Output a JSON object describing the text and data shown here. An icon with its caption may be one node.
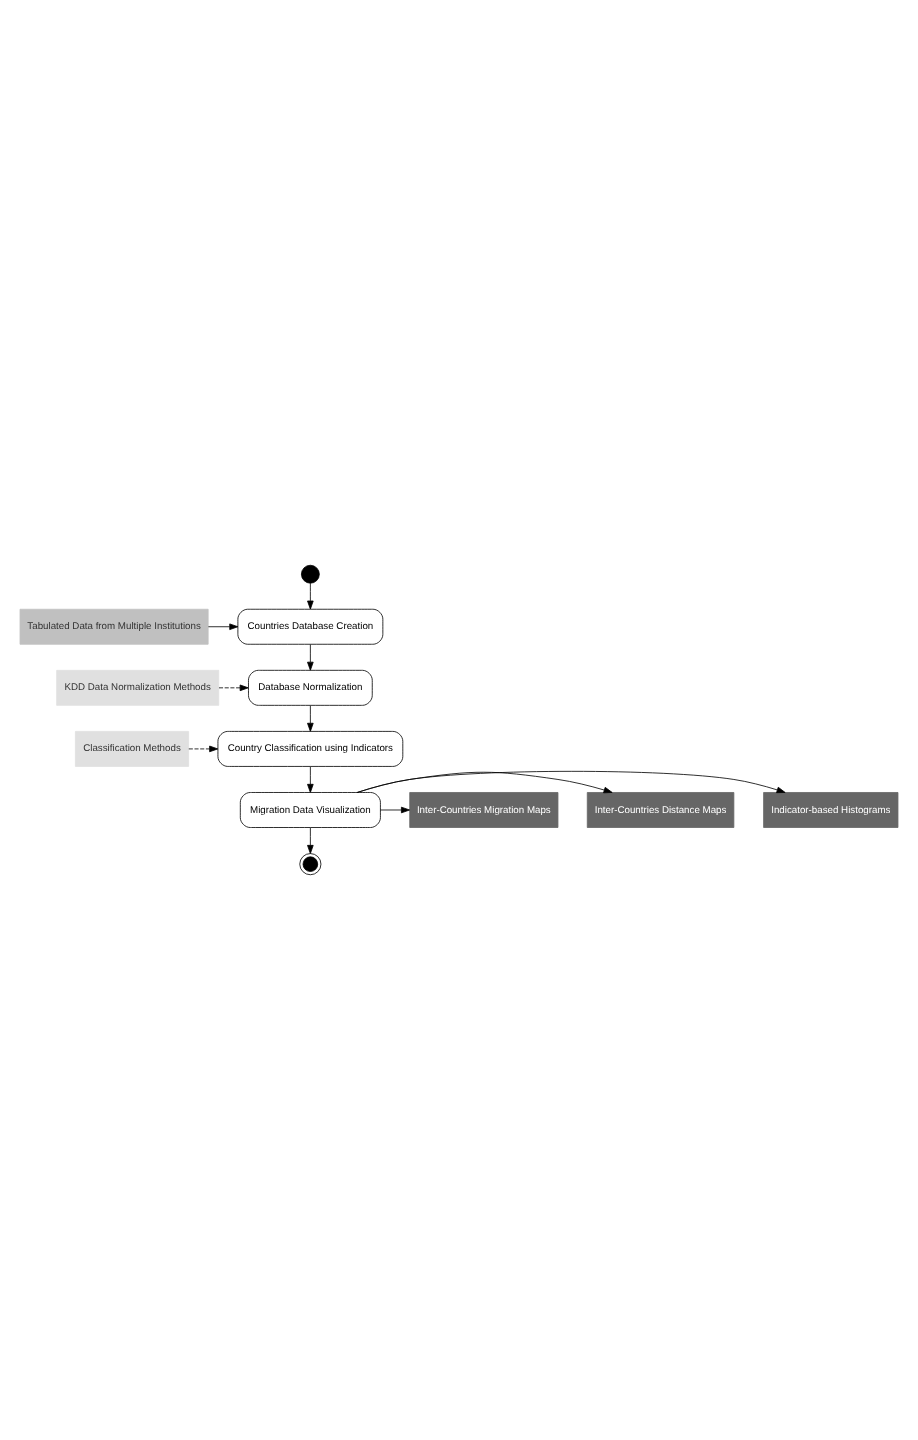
{
  "diagram": {
    "nodes": [
      {
        "text": [],
        "shape": "circle"
      },
      {
        "text": [
          "Countries Database Creation"
        ]
      },
      {
        "text": [
          "Tabulated Data from Multiple Institutions"
        ]
      },
      {
        "text": [
          "Database Normalization"
        ]
      },
      {
        "text": [
          "KDD Data Normalization Methods"
        ]
      },
      {
        "text": [
          "Country Classification using Indicators"
        ]
      },
      {
        "text": [
          "Classification Methods"
        ]
      },
      {
        "text": [
          "Indicator-based Histograms"
        ]
      },
      {
        "text": [
          "Migration Data Visualization"
        ]
      },
      {
        "text": [
          "Inter-Countries Distance Maps"
        ]
      },
      {
        "text": [
          "Inter-Countries Migration Maps"
        ]
      },
      {
        "text": [],
        "shape": "circle"
      }
    ],
    "edges": [
      {
        "from": 0,
        "to": 1,
        "arrow": "to"
      },
      {
        "from": 2,
        "to": 1,
        "arrow": "to"
      },
      {
        "from": 1,
        "to": 3,
        "arrow": "to"
      },
      {
        "from": 4,
        "to": 3,
        "arrow": "to",
        "style": "dashed"
      },
      {
        "from": 3,
        "to": 5,
        "arrow": "to"
      },
      {
        "from": 6,
        "to": 5,
        "arrow": "to",
        "style": "dashed"
      },
      {
        "from": 5,
        "to": 8,
        "arrow": "to"
      },
      {
        "from": 8,
        "to": 7,
        "arrow": "to"
      },
      {
        "from": 8,
        "to": 9,
        "arrow": "to"
      },
      {
        "from": 8,
        "to": 10,
        "arrow": "to"
      },
      {
        "from": 8,
        "to": 11,
        "arrow": "to"
      }
    ]
  }
}
